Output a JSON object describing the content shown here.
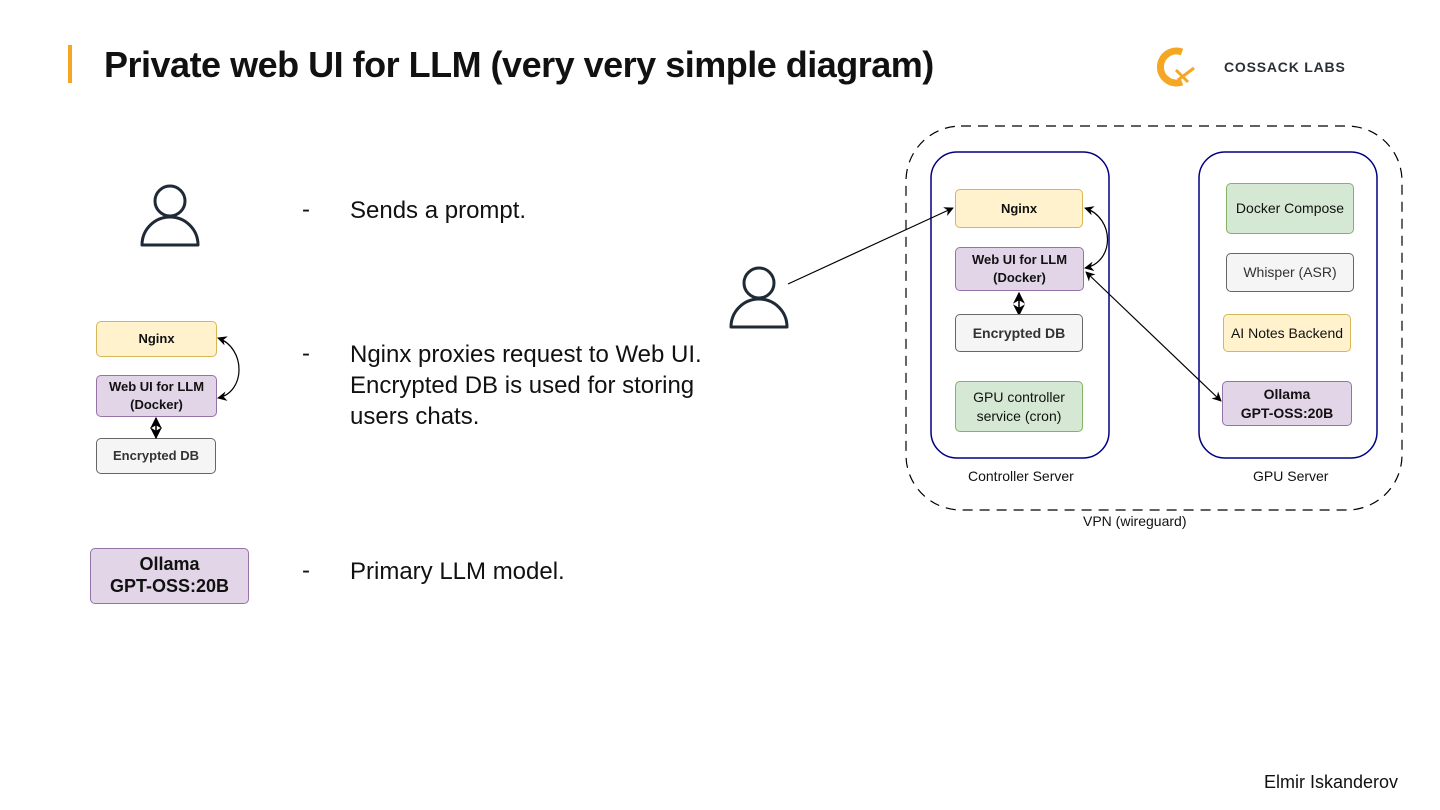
{
  "slide": {
    "title": "Private web UI for LLM (very very simple diagram)",
    "accent_color": "#f5a623",
    "brand": {
      "name": "COSSACK LABS",
      "logo_icon": "cossack-logo-icon"
    },
    "author": "Elmir Iskanderov"
  },
  "legend": [
    {
      "icon": "user-icon",
      "dash": "-",
      "text": "Sends a prompt."
    },
    {
      "icon": "mini-diagram",
      "dash": "-",
      "lines": [
        "Nginx proxies request to Web UI.",
        "Encrypted DB is used for storing",
        "users chats."
      ]
    },
    {
      "icon": "ollama-box",
      "dash": "-",
      "text": "Primary LLM model."
    }
  ],
  "mini_diagram": {
    "nginx": "Nginx",
    "webui": [
      "Web UI for LLM",
      "(Docker)"
    ],
    "db": "Encrypted DB",
    "ollama": [
      "Ollama",
      "GPT-OSS:20B"
    ]
  },
  "architecture": {
    "vpn_label": "VPN (wireguard)",
    "controller": {
      "label": "Controller Server",
      "nginx": "Nginx",
      "webui": [
        "Web UI for LLM",
        "(Docker)"
      ],
      "db": "Encrypted DB",
      "gpu_ctrl": [
        "GPU controller",
        "service (cron)"
      ]
    },
    "gpu": {
      "label": "GPU Server",
      "compose": "Docker Compose",
      "whisper": "Whisper (ASR)",
      "notes": "AI Notes Backend",
      "ollama": [
        "Ollama",
        "GPT-OSS:20B"
      ]
    }
  },
  "colors": {
    "yellow_fill": "#fff2cc",
    "yellow_stroke": "#d6b656",
    "purple_fill": "#e1d5e7",
    "purple_stroke": "#9673a6",
    "gray_fill": "#f5f5f5",
    "gray_stroke": "#666666",
    "green_fill": "#d5e8d4",
    "green_stroke": "#82b366",
    "server_stroke": "#000080"
  }
}
